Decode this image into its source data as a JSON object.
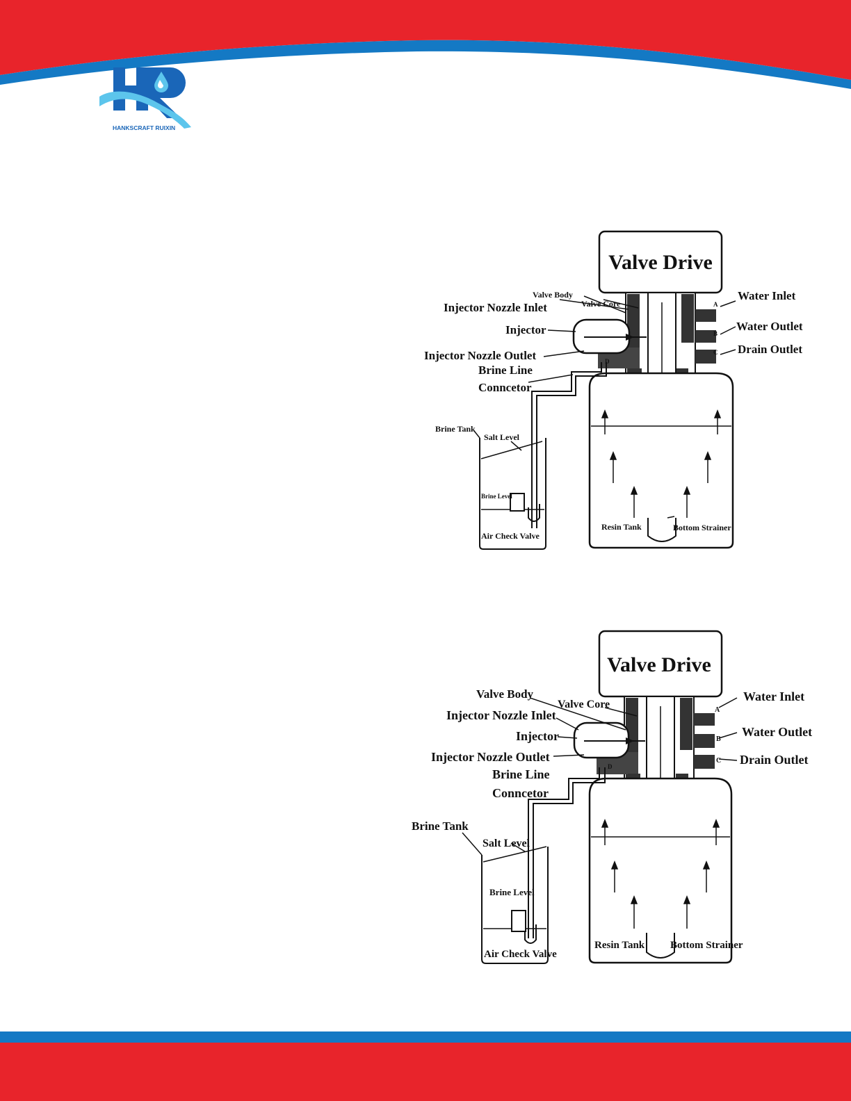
{
  "brand": {
    "name": "HANKSCRAFT RUIXIN",
    "colors": {
      "red": "#e8242b",
      "blue": "#1479c4",
      "light_blue": "#5cc5ec",
      "dark_blue": "#1a66b8"
    }
  },
  "diagrams": [
    {
      "valve_drive": "Valve Drive",
      "valve_body": "Valve Body",
      "valve_core": "Valve Core",
      "injector_nozzle_inlet": "Injector Nozzle Inlet",
      "injector": "Injector",
      "injector_nozzle_outlet": "Injector Nozzle  Outlet",
      "brine_line": "Brine Line",
      "connector": "Conncetor",
      "water_inlet": "Water Inlet",
      "water_outlet": "Water Outlet",
      "drain_outlet": "Drain Outlet",
      "port_a": "A",
      "port_b": "B",
      "port_c": "C",
      "port_d": "D",
      "brine_tank": "Brine Tank",
      "salt_level": "Salt Level",
      "brine_level": "Brine Level",
      "air_check_valve": "Air Check Valve",
      "resin_tank": "Resin Tank",
      "bottom_strainer": "Bottom Strainer"
    },
    {
      "valve_drive": "Valve Drive",
      "valve_body": "Valve Body",
      "valve_core": "Valve Core",
      "injector_nozzle_inlet": "Injector Nozzle Inlet",
      "injector": "Injector",
      "injector_nozzle_outlet": "Injector Nozzle  Outlet",
      "brine_line": "Brine Line",
      "connector": "Conncetor",
      "water_inlet": "Water Inlet",
      "water_outlet": "Water Outlet",
      "drain_outlet": "Drain Outlet",
      "port_a": "A",
      "port_b": "B",
      "port_c": "C",
      "port_d": "D",
      "brine_tank": "Brine Tank",
      "salt_level": "Salt Level",
      "brine_level": "Brine Level",
      "air_check_valve": "Air Check Valve",
      "resin_tank": "Resin Tank",
      "bottom_strainer": "Bottom Strainer"
    }
  ]
}
